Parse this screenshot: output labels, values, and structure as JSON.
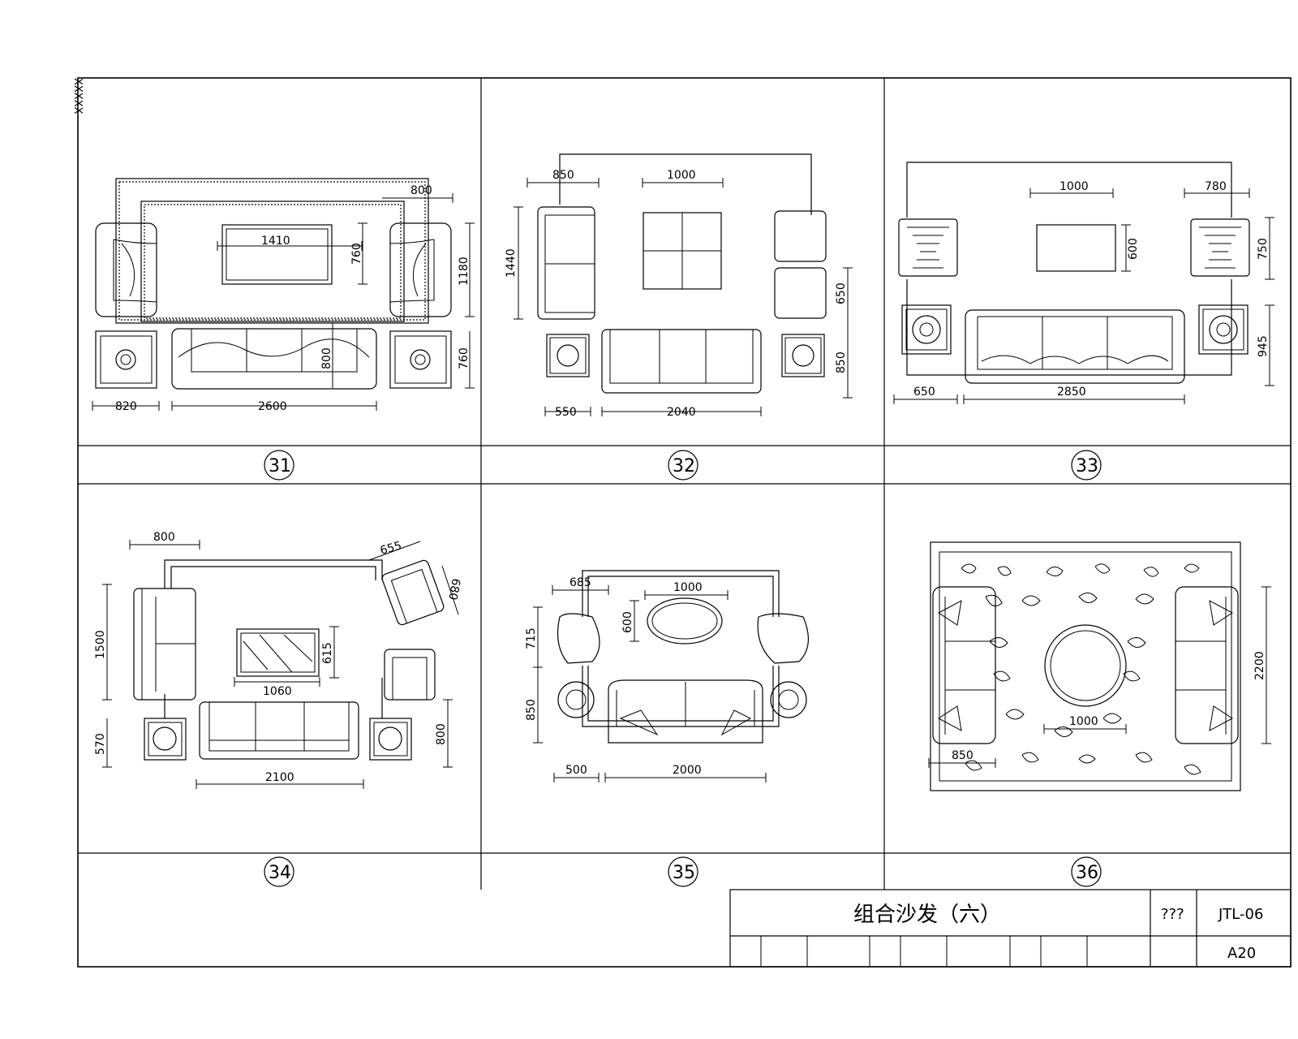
{
  "sheet": {
    "corner_mark": "XXXXX",
    "panels": [
      {
        "number": "31",
        "dims": [
          "1410",
          "760",
          "800",
          "1180",
          "760",
          "800",
          "820",
          "2600"
        ]
      },
      {
        "number": "32",
        "dims": [
          "850",
          "1000",
          "1440",
          "650",
          "850",
          "550",
          "2040"
        ]
      },
      {
        "number": "33",
        "dims": [
          "1000",
          "780",
          "600",
          "750",
          "945",
          "650",
          "2850"
        ]
      },
      {
        "number": "34",
        "dims": [
          "800",
          "655",
          "680",
          "1500",
          "615",
          "1060",
          "570",
          "800",
          "2100"
        ]
      },
      {
        "number": "35",
        "dims": [
          "685",
          "1000",
          "715",
          "600",
          "850",
          "500",
          "2000"
        ]
      },
      {
        "number": "36",
        "dims": [
          "2200",
          "1000",
          "850"
        ]
      }
    ]
  },
  "title_block": {
    "title": "组合沙发（六）",
    "mark": "???",
    "drawing_no": "JTL-06",
    "sheet_no": "A20"
  }
}
